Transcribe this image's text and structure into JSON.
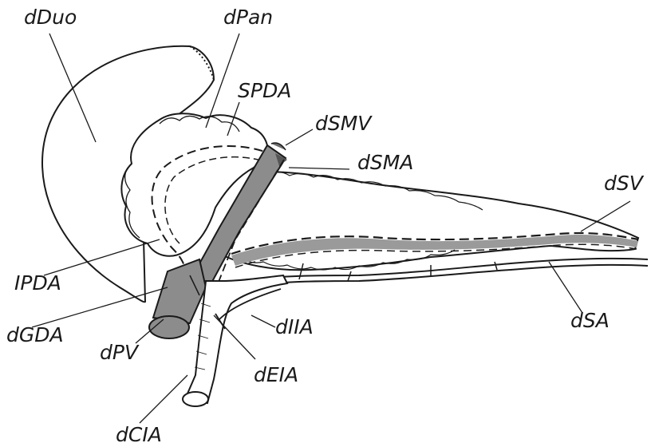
{
  "labels": {
    "dDuo": "dDuo",
    "dPan": "dPan",
    "SPDA": "SPDA",
    "dSMV": "dSMV",
    "dSMA": "dSMA",
    "dSV": "dSV",
    "IPDA": "IPDA",
    "dGDA": "dGDA",
    "dPV": "dPV",
    "dIIA": "dIIA",
    "dSA": "dSA",
    "dEIA": "dEIA",
    "dCIA": "dCIA"
  },
  "colors": {
    "outline": "#1a1a1a",
    "vessel_fill": "#8c8c8c",
    "vessel_light": "#d9d9d9",
    "tissue": "#ffffff"
  }
}
